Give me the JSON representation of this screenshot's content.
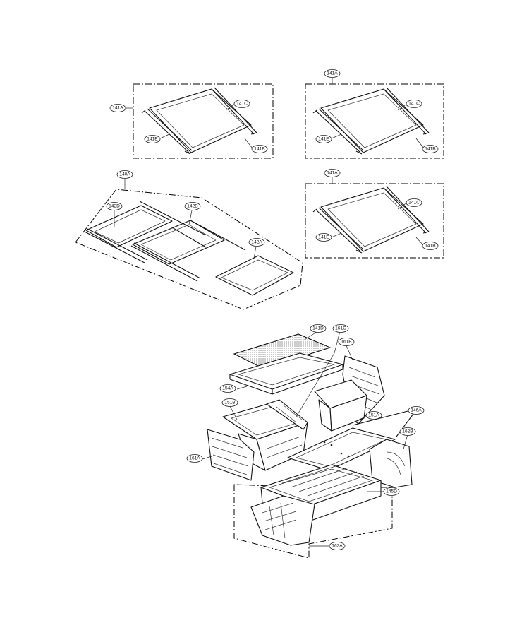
{
  "labels": {
    "l141a_1": "141A",
    "l141c_1": "141C",
    "l141e_1": "141E",
    "l141b_1": "141B",
    "l141a_2": "141A",
    "l141c_2": "141C",
    "l141e_2": "141E",
    "l141b_2": "141B",
    "l141a_3": "141A",
    "l141c_3": "141C",
    "l141e_3": "141E",
    "l141b_3": "141B",
    "l140a": "140A",
    "l142d": "142D",
    "l142b": "142B",
    "l142a": "142A",
    "l141d": "141D",
    "l161c": "161C",
    "l161b": "161B",
    "l154a": "154A",
    "l151b": "151B",
    "l151a": "151A",
    "l146a": "146A",
    "l162b": "162B",
    "l161a": "161A",
    "l145d": "145D",
    "l162a": "162A"
  }
}
